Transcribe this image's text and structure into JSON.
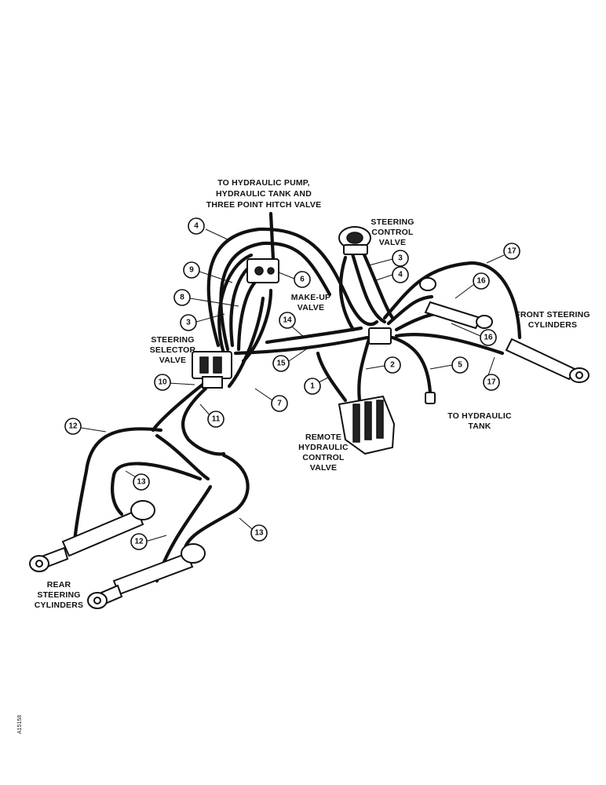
{
  "labels": {
    "pump_line1": "TO HYDRAULIC PUMP,",
    "pump_line2": "HYDRAULIC TANK AND",
    "pump_line3": "THREE POINT HITCH VALVE",
    "steering_control_1": "STEERING",
    "steering_control_2": "CONTROL",
    "steering_control_3": "VALVE",
    "makeup_1": "MAKE-UP",
    "makeup_2": "VALVE",
    "selector_1": "STEERING",
    "selector_2": "SELECTOR",
    "selector_3": "VALVE",
    "front_cyl_1": "FRONT STEERING",
    "front_cyl_2": "CYLINDERS",
    "tank_1": "TO HYDRAULIC",
    "tank_2": "TANK",
    "remote_1": "REMOTE",
    "remote_2": "HYDRAULIC",
    "remote_3": "CONTROL",
    "remote_4": "VALVE",
    "rear_cyl_1": "REAR",
    "rear_cyl_2": "STEERING",
    "rear_cyl_3": "CYLINDERS"
  },
  "callouts": {
    "c4a": "4",
    "c9": "9",
    "c8": "8",
    "c3a": "3",
    "c6": "6",
    "c3b": "3",
    "c4b": "4",
    "c17a": "17",
    "c16a": "16",
    "c16b": "16",
    "c14": "14",
    "c15": "15",
    "c2": "2",
    "c5": "5",
    "c1": "1",
    "c17b": "17",
    "c10": "10",
    "c11": "11",
    "c7": "7",
    "c12a": "12",
    "c13a": "13",
    "c13b": "13",
    "c12b": "12"
  },
  "ref_code": "A15158"
}
